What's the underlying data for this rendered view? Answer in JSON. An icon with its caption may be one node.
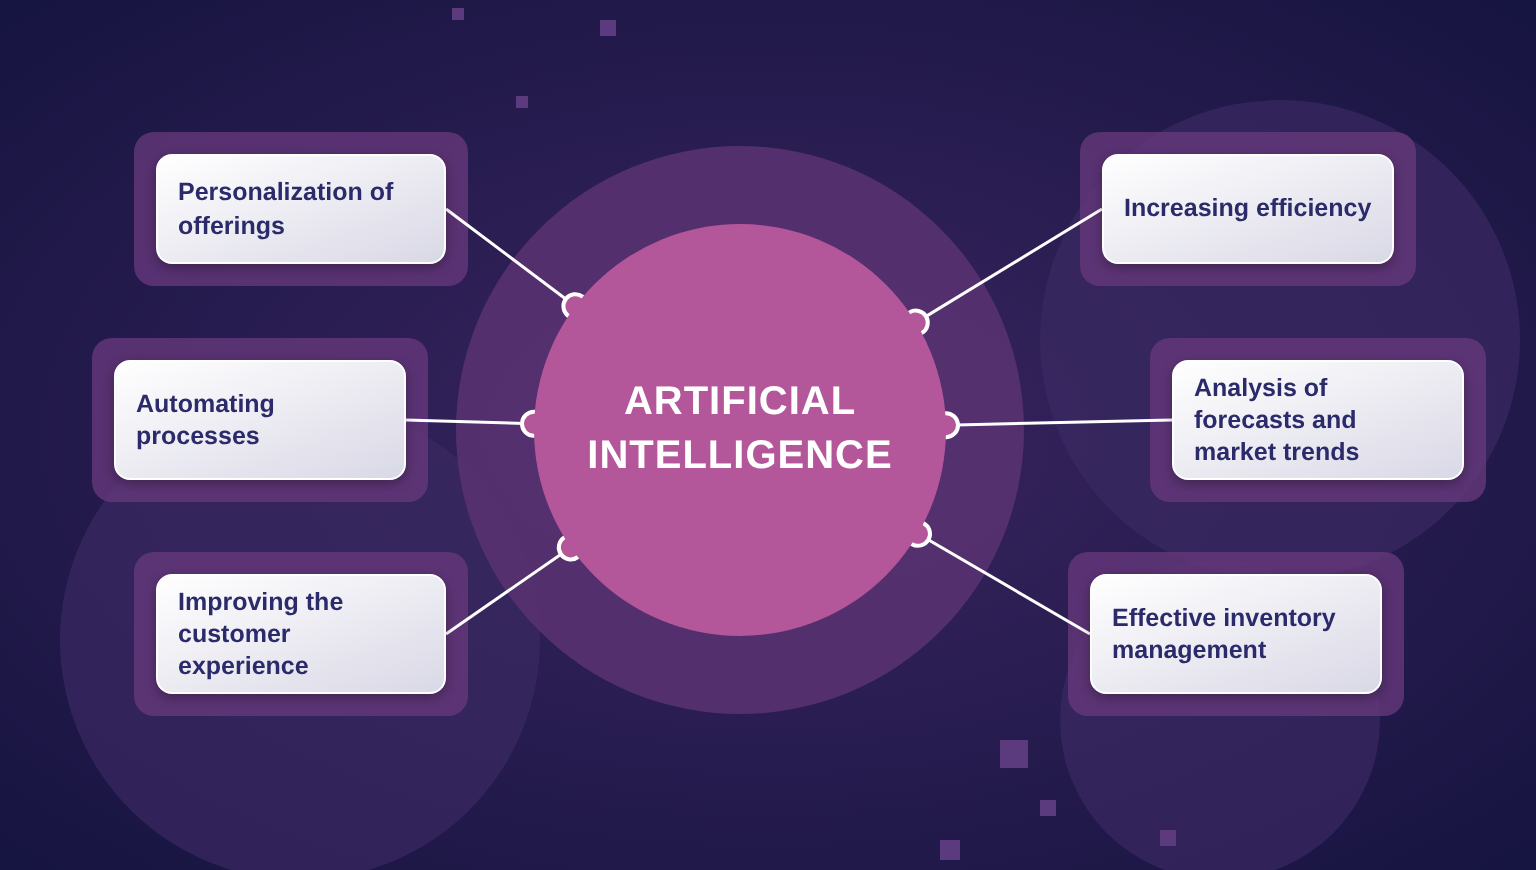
{
  "diagram": {
    "nodes": [
      {
        "text": [
          "ARTIFICIAL INTELLIGENCE"
        ]
      },
      {
        "text": [
          "Personalization of offerings"
        ]
      },
      {
        "text": [
          "Automating processes"
        ]
      },
      {
        "text": [
          "Improving the customer experience"
        ]
      },
      {
        "text": [
          "Increasing efficiency"
        ]
      },
      {
        "text": [
          "Analysis of forecasts and market trends"
        ]
      },
      {
        "text": [
          "Effective inventory management"
        ]
      }
    ],
    "edges": [
      {
        "from": 0,
        "to": 1,
        "arrow": "other"
      },
      {
        "from": 0,
        "to": 2,
        "arrow": "other"
      },
      {
        "from": 0,
        "to": 3,
        "arrow": "other"
      },
      {
        "from": 0,
        "to": 4,
        "arrow": "other"
      },
      {
        "from": 0,
        "to": 5,
        "arrow": "other"
      },
      {
        "from": 0,
        "to": 6,
        "arrow": "other"
      }
    ]
  }
}
